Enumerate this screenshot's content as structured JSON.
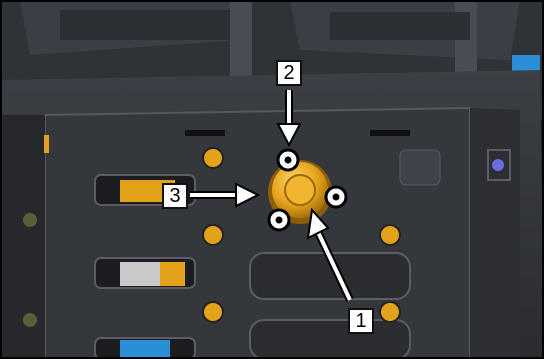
{
  "figure": {
    "callouts": [
      {
        "id": "1",
        "label": "1"
      },
      {
        "id": "2",
        "label": "2"
      },
      {
        "id": "3",
        "label": "3"
      }
    ],
    "colors": {
      "background": "#2b2d31",
      "panel": "#3a3d42",
      "panel_edge": "#55585e",
      "accent": "#e3a21a",
      "arrow": "#ffffff",
      "outline": "#000000"
    }
  }
}
